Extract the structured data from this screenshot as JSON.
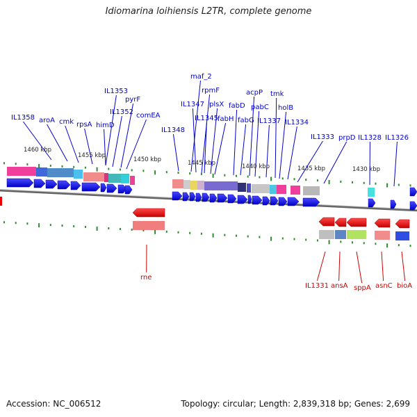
{
  "title": "Idiomarina loihiensis L2TR, complete genome",
  "footer": {
    "accession": "Accession: NC_006512",
    "summary": "Topology: circular; Length: 2,839,318 bp; Genes: 2,699"
  },
  "colors": {
    "forward_label": "#0000cc",
    "reverse_label": "#cc0000",
    "backbone": "#888888",
    "tick": "#2e8b2e",
    "forward_gene": "#0000ee",
    "reverse_gene": "#ee0000"
  },
  "scale_labels": [
    "1460 kbp",
    "1455 kbp",
    "1450 kbp",
    "1445 kbp",
    "1440 kbp",
    "1435 kbp",
    "1430 kbp"
  ],
  "forward_genes": [
    "IL1358",
    "aroA",
    "cmk",
    "rpsA",
    "himD",
    "IL1353",
    "IL1352",
    "pyrF",
    "comEA",
    "IL1348",
    "maf_2",
    "IL1347",
    "rpmF",
    "IL1345",
    "plsX",
    "fabH",
    "fabD",
    "fabG",
    "acpP",
    "pabC",
    "IL1337",
    "tmk",
    "holB",
    "IL1334",
    "IL1333",
    "prpD",
    "IL1328",
    "IL1326"
  ],
  "reverse_genes": [
    "rne",
    "IL1331",
    "ansA",
    "sppA",
    "asnC",
    "bioA"
  ]
}
